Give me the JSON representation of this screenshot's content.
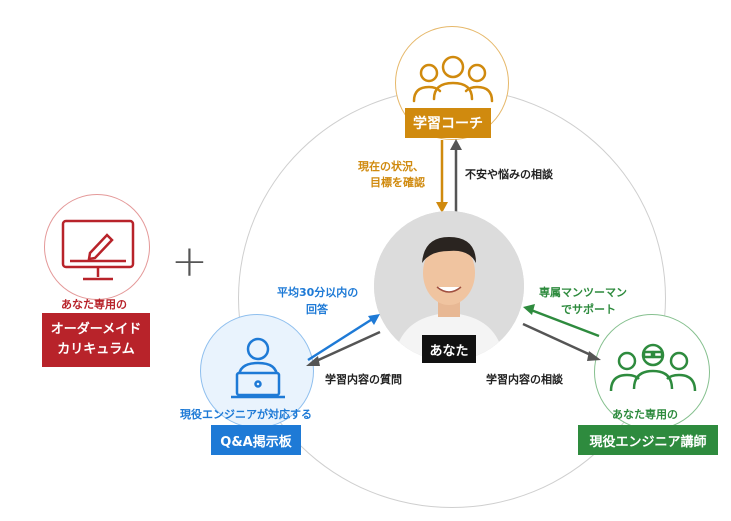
{
  "colors": {
    "red": "#b8232a",
    "orange": "#d08a0e",
    "blue": "#1e7ad6",
    "green": "#2e8b3e",
    "dark": "#222222",
    "arrow_gray": "#555555"
  },
  "coach": {
    "label": "学習コーチ",
    "arrow_down_text_line1": "現在の状況、",
    "arrow_down_text_line2": "目標を確認",
    "arrow_up_text": "不安や悩みの相談"
  },
  "curriculum": {
    "caption": "あなた専用の",
    "label_line1": "オーダーメイド",
    "label_line2": "カリキュラム"
  },
  "plus_symbol": "+",
  "you": {
    "label": "あなた"
  },
  "qa_board": {
    "caption": "現役エンジニアが対応する",
    "label": "Q&A掲示板",
    "arrow_text_line1": "平均30分以内の",
    "arrow_text_line2": "回答",
    "question_text": "学習内容の質問"
  },
  "engineer": {
    "caption": "あなた専用の",
    "label": "現役エンジニア講師",
    "arrow_text_line1": "専属マンツーマン",
    "arrow_text_line2": "でサポート",
    "consult_text": "学習内容の相談"
  }
}
